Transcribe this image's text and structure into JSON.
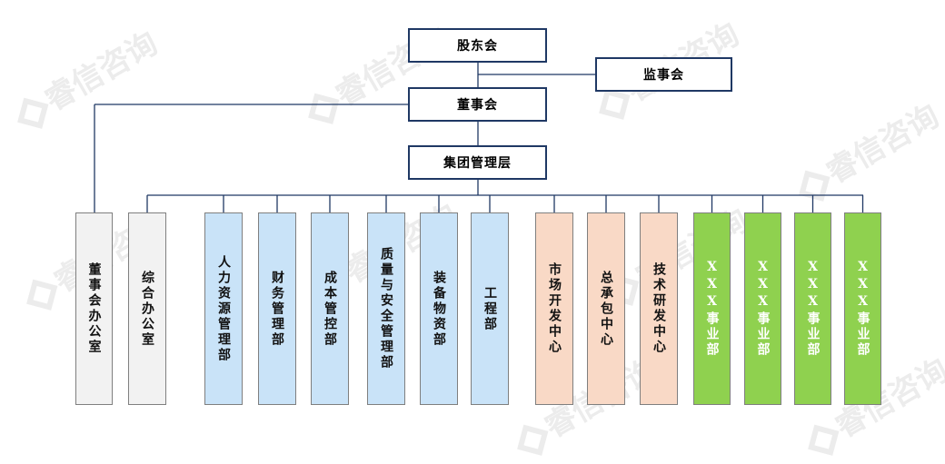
{
  "watermark": "睿信咨询",
  "top": {
    "shareholders": "股东会",
    "supervisors": "监事会",
    "board": "董事会",
    "management": "集团管理层"
  },
  "departments": [
    {
      "label": "董事会办公室",
      "group": "grey"
    },
    {
      "label": "综合办公室",
      "group": "grey"
    },
    {
      "label": "人力资源管理部",
      "group": "blue"
    },
    {
      "label": "财务管理部",
      "group": "blue"
    },
    {
      "label": "成本管控部",
      "group": "blue"
    },
    {
      "label": "质量与安全管理部",
      "group": "blue"
    },
    {
      "label": "装备物资部",
      "group": "blue"
    },
    {
      "label": "工程部",
      "group": "blue"
    },
    {
      "label": "市场开发中心",
      "group": "peach"
    },
    {
      "label": "总承包中心",
      "group": "peach"
    },
    {
      "label": "技术研发中心",
      "group": "peach"
    },
    {
      "label": "XXX事业部",
      "group": "green"
    },
    {
      "label": "XXX事业部",
      "group": "green"
    },
    {
      "label": "XXX事业部",
      "group": "green"
    },
    {
      "label": "XXX事业部",
      "group": "green"
    }
  ],
  "colors": {
    "border": "#1f3864",
    "line": "#1f3864",
    "grey": "#f2f2f2",
    "blue": "#c9e3f8",
    "peach": "#f9d9c6",
    "green": "#8fd14f"
  }
}
